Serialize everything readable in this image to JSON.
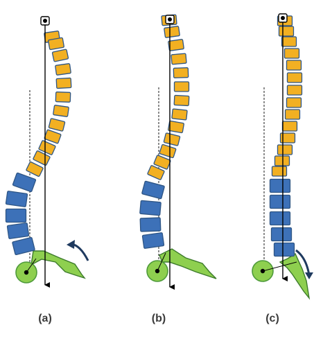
{
  "colors": {
    "thoracic": "#F2B022",
    "lumbar": "#3D71B8",
    "pelvis": "#8ECF4F",
    "femoral_head": "#8ECF4F",
    "outline": "#2E5584",
    "pelvis_outline": "#3C7A2B",
    "arrow": "#1F3A5F"
  },
  "icons": {
    "head_marker": "head-marker-icon",
    "rotation_arrow": "curved-arrow-icon"
  },
  "panels": [
    {
      "label": "(a)",
      "pelvic_rotation": "counterclockwise"
    },
    {
      "label": "(b)",
      "pelvic_rotation": "none"
    },
    {
      "label": "(c)",
      "pelvic_rotation": "clockwise"
    }
  ]
}
